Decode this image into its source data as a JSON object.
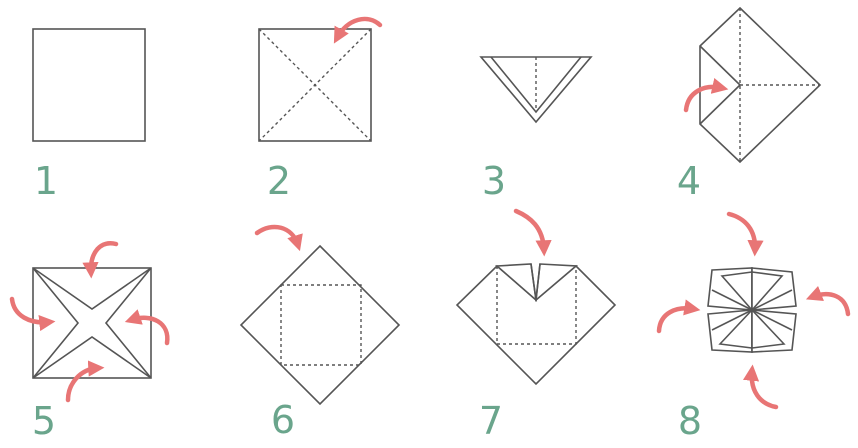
{
  "colors": {
    "step_number": "#6aa58c",
    "arrow": "#e87575",
    "line": "#555555"
  },
  "steps": [
    {
      "label": "1"
    },
    {
      "label": "2"
    },
    {
      "label": "3"
    },
    {
      "label": "4"
    },
    {
      "label": "5"
    },
    {
      "label": "6"
    },
    {
      "label": "7"
    },
    {
      "label": "8"
    }
  ]
}
